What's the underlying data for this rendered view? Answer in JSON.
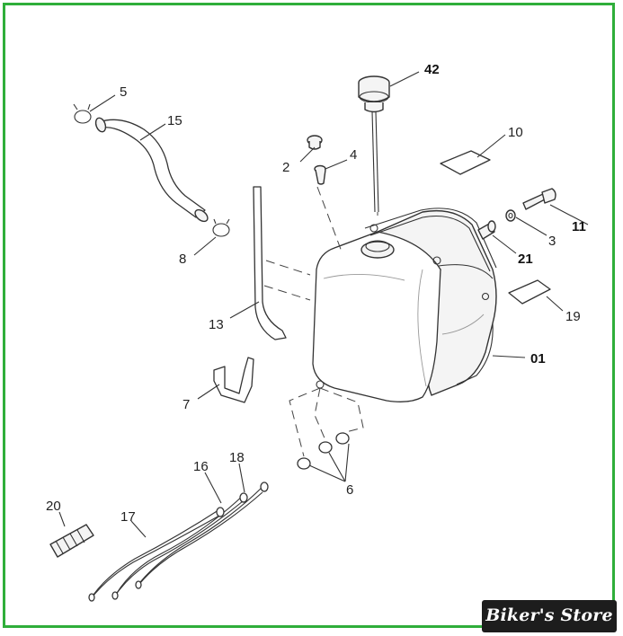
{
  "diagram": {
    "labels": {
      "p01": "01",
      "p2": "2",
      "p3": "3",
      "p4": "4",
      "p5": "5",
      "p6": "6",
      "p7": "7",
      "p8": "8",
      "p10": "10",
      "p11": "11",
      "p13": "13",
      "p15": "15",
      "p16": "16",
      "p17": "17",
      "p18": "18",
      "p19": "19",
      "p20": "20",
      "p21": "21",
      "p42": "42"
    }
  },
  "watermark": {
    "text": "Biker's Store"
  },
  "colors": {
    "frame": "#2fae3a",
    "watermark_bg": "#1d1d1d",
    "watermark_text": "#ffffff"
  }
}
